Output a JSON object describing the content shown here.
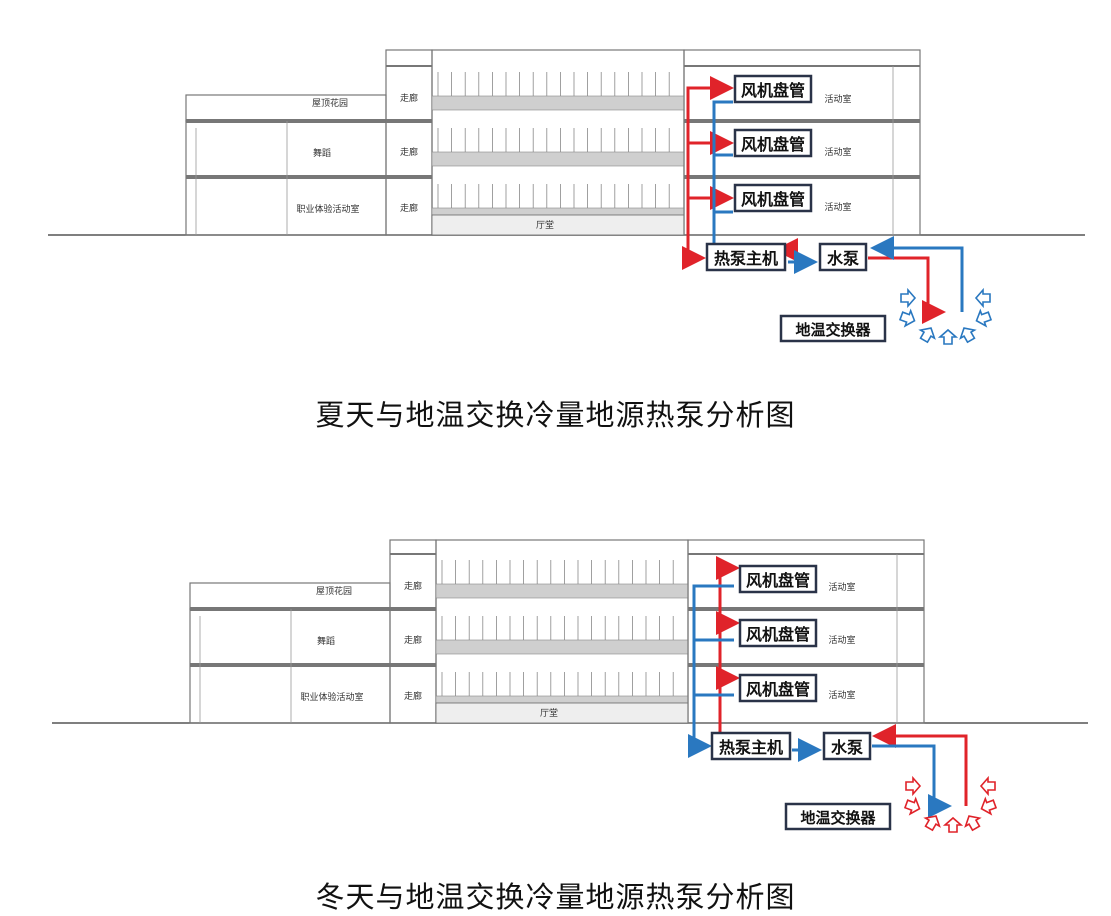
{
  "diagrams": [
    {
      "caption": "夏天与地温交换冷量地源热泵分析图",
      "mode": "summer",
      "labels": {
        "fan_coil": "风机盘管",
        "heat_pump": "热泵主机",
        "water_pump": "水泵",
        "ground_exchanger": "地温交换器"
      },
      "rooms": {
        "roof_garden": "屋顶花园",
        "dance": "舞蹈",
        "career": "职业体验活动室",
        "corridor": "走廊",
        "activity": "活动室",
        "hall": "厅堂"
      }
    },
    {
      "caption": "冬天与地温交换冷量地源热泵分析图",
      "mode": "winter",
      "labels": {
        "fan_coil": "风机盘管",
        "heat_pump": "热泵主机",
        "water_pump": "水泵",
        "ground_exchanger": "地温交换器"
      },
      "rooms": {
        "roof_garden": "屋顶花园",
        "dance": "舞蹈",
        "career": "职业体验活动室",
        "corridor": "走廊",
        "activity": "活动室",
        "hall": "厅堂"
      }
    }
  ],
  "colors": {
    "hot_pipe": "#e0232a",
    "cold_pipe": "#2a78c0",
    "box_border": "#2a3348"
  }
}
